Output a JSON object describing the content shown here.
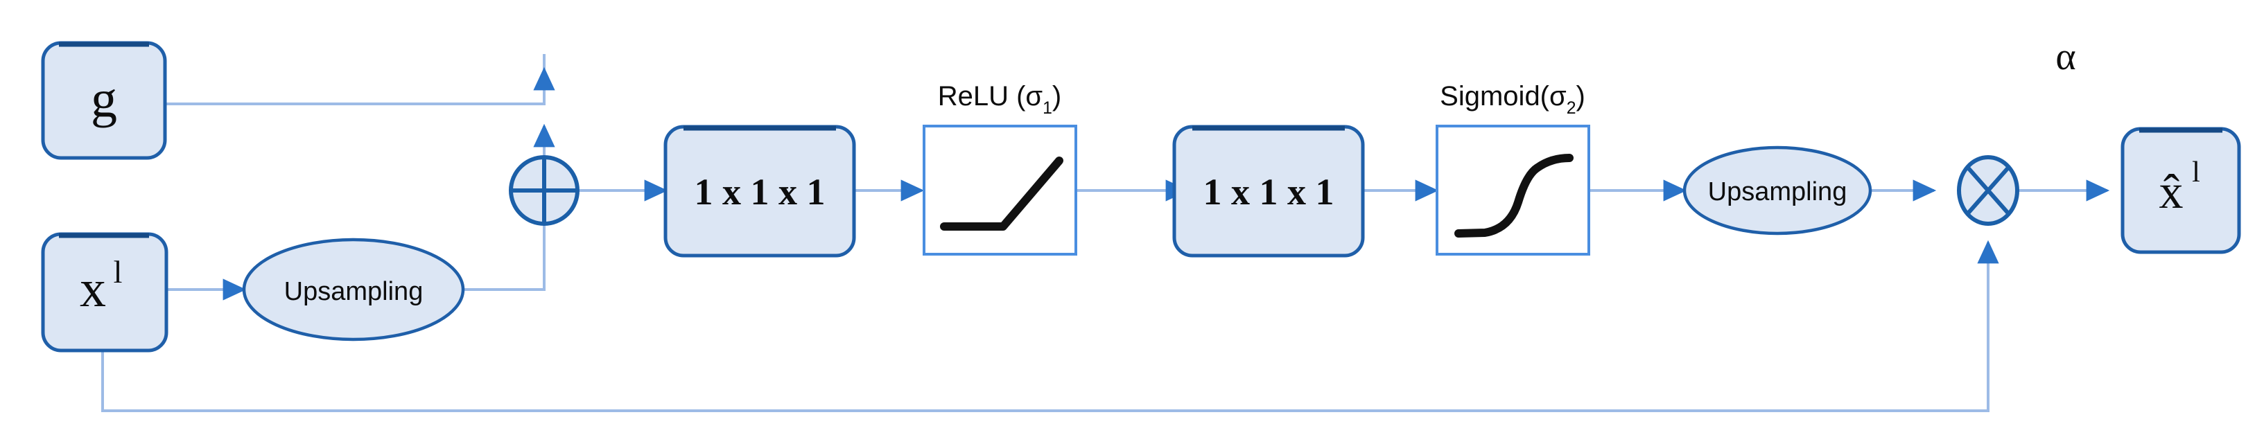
{
  "diagram": {
    "title": "Attention gate block diagram",
    "colors": {
      "node_fill": "#dce6f4",
      "node_stroke": "#1f5fa9",
      "connector": "#9dbbe6",
      "arrow": "#2a73c8",
      "activation_curve": "#111111",
      "activation_box_stroke": "#4a8ee0",
      "background": "#ffffff"
    },
    "nodes": {
      "gate_input": {
        "label": "g",
        "shape": "rounded-rect"
      },
      "skip_input": {
        "label_base": "x",
        "label_sup": "l",
        "shape": "rounded-rect"
      },
      "upsampling_left": {
        "label": "Upsampling",
        "shape": "ellipse"
      },
      "add_op": {
        "label": "+",
        "shape": "circle-plus"
      },
      "conv_first": {
        "label": "1 x 1 x 1",
        "shape": "rounded-rect"
      },
      "relu": {
        "caption_base": "ReLU (σ",
        "caption_sub": "1",
        "caption_end": ")",
        "shape": "square-plot",
        "curve": "relu"
      },
      "conv_second": {
        "label": "1 x 1 x 1",
        "shape": "rounded-rect"
      },
      "sigmoid": {
        "caption_base": "Sigmoid(σ",
        "caption_sub": "2",
        "caption_end": ")",
        "shape": "square-plot",
        "curve": "sigmoid"
      },
      "upsampling_right": {
        "label": "Upsampling",
        "shape": "ellipse"
      },
      "multiply_op": {
        "label": "×",
        "shape": "circle-cross"
      },
      "alpha_label": {
        "label": "α"
      },
      "output": {
        "label_base": "x̂",
        "label_sup": "l",
        "shape": "rounded-rect"
      }
    },
    "edges": [
      {
        "name": "g-to-add",
        "from": "gate_input",
        "to": "add_op"
      },
      {
        "name": "x-to-upsampling",
        "from": "skip_input",
        "to": "upsampling_left"
      },
      {
        "name": "upsampling-to-add",
        "from": "upsampling_left",
        "to": "add_op"
      },
      {
        "name": "add-to-conv1",
        "from": "add_op",
        "to": "conv_first"
      },
      {
        "name": "conv1-to-relu",
        "from": "conv_first",
        "to": "relu"
      },
      {
        "name": "relu-to-conv2",
        "from": "relu",
        "to": "conv_second"
      },
      {
        "name": "conv2-to-sigmoid",
        "from": "conv_second",
        "to": "sigmoid"
      },
      {
        "name": "sigmoid-to-upsampling",
        "from": "sigmoid",
        "to": "upsampling_right"
      },
      {
        "name": "upsampling-to-multiply",
        "from": "upsampling_right",
        "to": "multiply_op"
      },
      {
        "name": "multiply-to-output",
        "from": "multiply_op",
        "to": "output"
      },
      {
        "name": "skip-bypass-to-multiply",
        "from": "skip_input",
        "to": "multiply_op"
      }
    ]
  }
}
